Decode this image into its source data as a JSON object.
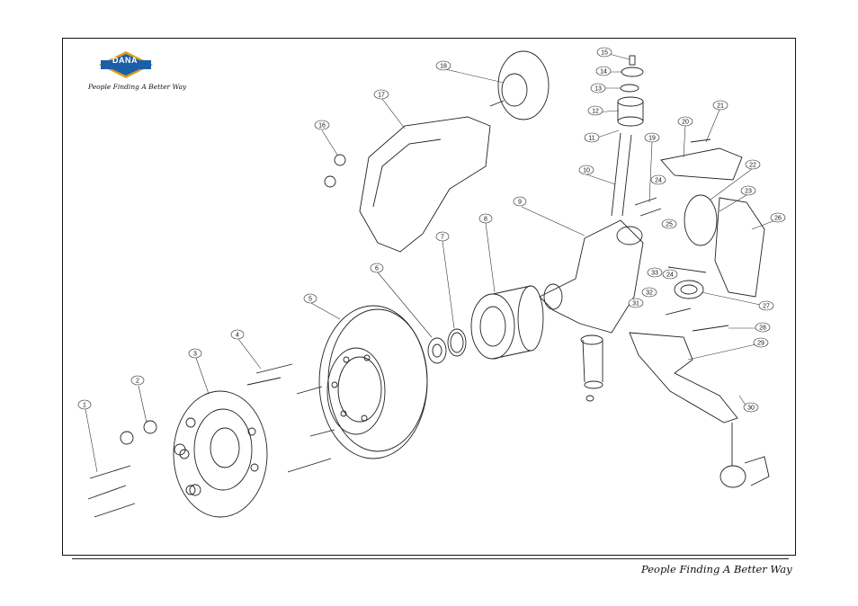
{
  "brand": {
    "logo_text": "DANA",
    "tagline": "People Finding A Better Way",
    "logo_color": "#1c5fa8",
    "logo_accent": "#d9a11a"
  },
  "diagram": {
    "callouts": [
      "1",
      "2",
      "3",
      "4",
      "5",
      "6",
      "7",
      "8",
      "9",
      "10",
      "11",
      "12",
      "13",
      "14",
      "15",
      "16",
      "17",
      "18",
      "19",
      "20",
      "21",
      "22",
      "23",
      "24",
      "24",
      "25",
      "26",
      "27",
      "28",
      "29",
      "30",
      "30",
      "31",
      "32",
      "33"
    ]
  }
}
